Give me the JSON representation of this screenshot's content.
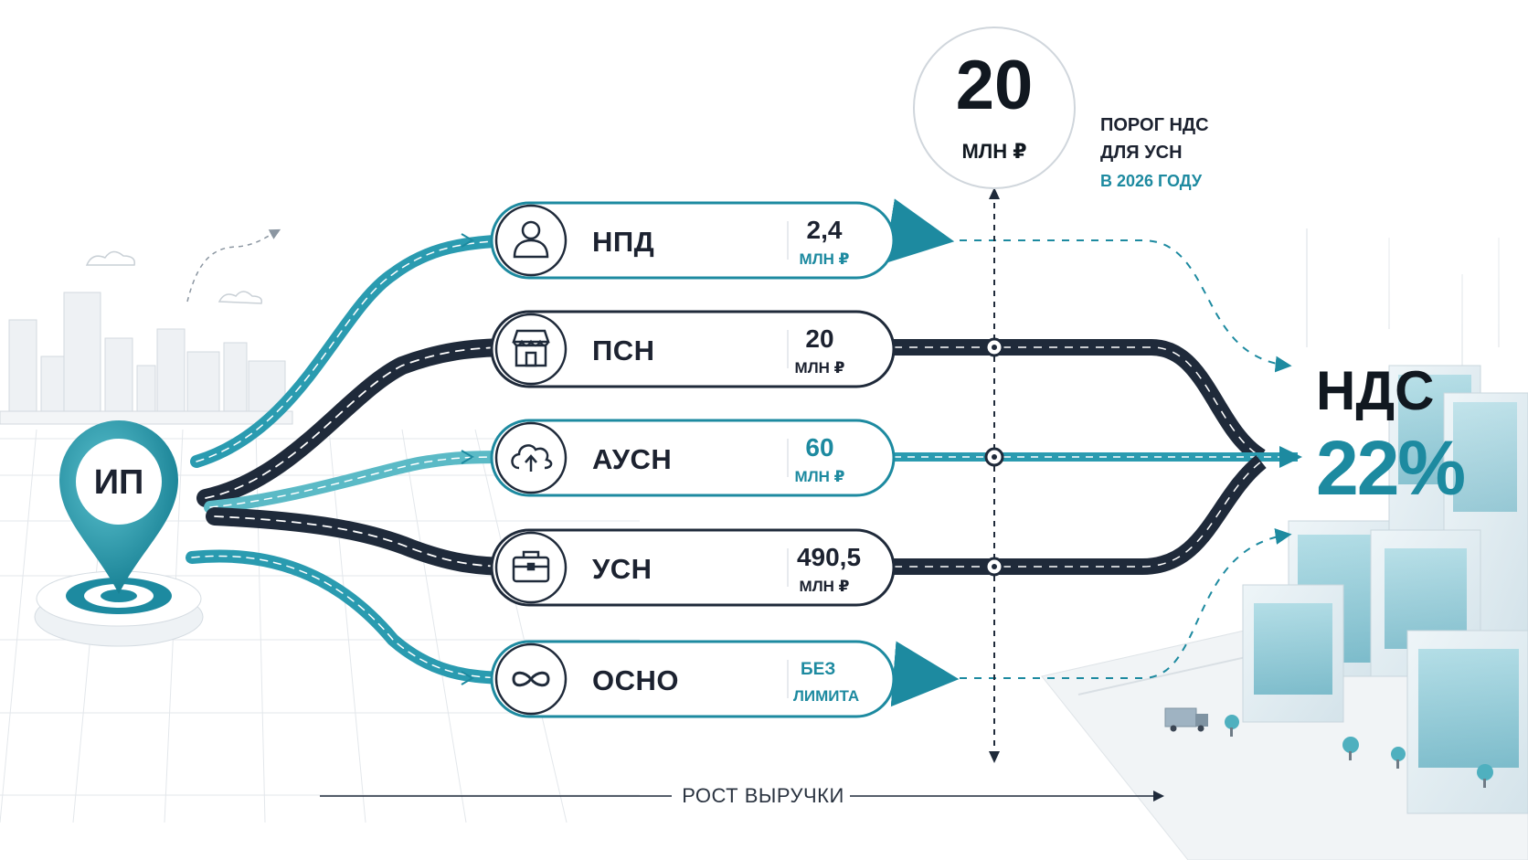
{
  "origin": {
    "label": "ИП"
  },
  "threshold": {
    "value": "20",
    "unit": "МЛН ₽",
    "caption_line1": "ПОРОГ НДС",
    "caption_line2": "ДЛЯ УСН",
    "caption_line3": "В 2026 ГОДУ"
  },
  "regimes": [
    {
      "name": "НПД",
      "value": "2,4",
      "unit": "МЛН ₽",
      "icon": "person-icon",
      "style": "teal"
    },
    {
      "name": "ПСН",
      "value": "20",
      "unit": "МЛН ₽",
      "icon": "shop-icon",
      "style": "dark"
    },
    {
      "name": "АУСН",
      "value": "60",
      "unit": "МЛН ₽",
      "icon": "cloud-upload-icon",
      "style": "teal"
    },
    {
      "name": "УСН",
      "value": "490,5",
      "unit": "МЛН ₽",
      "icon": "briefcase-icon",
      "style": "dark"
    },
    {
      "name": "ОСНО",
      "value": "БЕЗ",
      "unit": "ЛИМИТА",
      "icon": "infinity-icon",
      "style": "teal"
    }
  ],
  "result": {
    "title": "НДС",
    "rate": "22%"
  },
  "axis": {
    "label": "РОСТ ВЫРУЧКИ"
  },
  "colors": {
    "teal": "#1d8aa0",
    "teal_light": "#3fb7c6",
    "dark": "#1f2a3a",
    "grey": "#9aa3ad"
  }
}
